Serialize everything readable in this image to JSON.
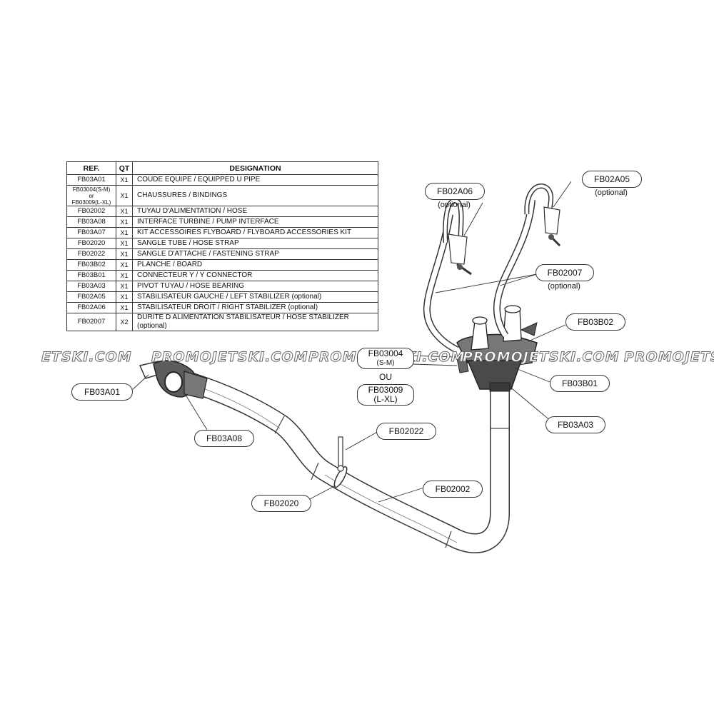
{
  "table": {
    "headers": [
      "REF.",
      "QT",
      "DESIGNATION"
    ],
    "rows": [
      {
        "ref": "FB03A01",
        "qt": "X1",
        "designation": "COUDE EQUIPE  / EQUIPPED  U  PIPE"
      },
      {
        "ref": "FB03004(S-M)",
        "ref_or": "or",
        "ref2": "FB03009(L-XL)",
        "qt": "X1",
        "designation": "CHAUSSURES /  BINDINGS"
      },
      {
        "ref": "FB02002",
        "qt": "X1",
        "designation": "TUYAU D'ALIMENTATION  / HOSE"
      },
      {
        "ref": "FB03A08",
        "qt": "X1",
        "designation": "INTERFACE TURBINE / PUMP INTERFACE"
      },
      {
        "ref": "FB03A07",
        "qt": "X1",
        "designation": "KIT ACCESSOIRES FLYBOARD / FLYBOARD ACCESSORIES KIT"
      },
      {
        "ref": "FB02020",
        "qt": "X1",
        "designation": "SANGLE TUBE  / HOSE STRAP"
      },
      {
        "ref": "FB02022",
        "qt": "X1",
        "designation": "SANGLE D'ATTACHE / FASTENING STRAP"
      },
      {
        "ref": "FB03B02",
        "qt": "X1",
        "designation": "PLANCHE  /  BOARD"
      },
      {
        "ref": "FB03B01",
        "qt": "X1",
        "designation": "CONNECTEUR Y  /  Y CONNECTOR"
      },
      {
        "ref": "FB03A03",
        "qt": "X1",
        "designation": "PIVOT TUYAU /  HOSE  BEARING"
      },
      {
        "ref": "FB02A05",
        "qt": "X1",
        "designation": "STABILISATEUR GAUCHE  / LEFT STABILIZER (optional)"
      },
      {
        "ref": "FB02A06",
        "qt": "X1",
        "designation": "STABILISATEUR DROIT / RIGHT STABILIZER (optional)"
      },
      {
        "ref": "FB02007",
        "qt": "X2",
        "designation": "DURITE D ALIMENTATION STABILISATEUR / HOSE STABILIZER (optional)"
      }
    ]
  },
  "callouts": {
    "fb02a06": {
      "label": "FB02A06",
      "note": "(optional)"
    },
    "fb02a05": {
      "label": "FB02A05",
      "note": "(optional)"
    },
    "fb02007": {
      "label": "FB02007",
      "note": "(optional)"
    },
    "fb03b02": {
      "label": "FB03B02"
    },
    "fb03b01": {
      "label": "FB03B01"
    },
    "fb03a03": {
      "label": "FB03A03"
    },
    "fb03a01": {
      "label": "FB03A01"
    },
    "fb03a08": {
      "label": "FB03A08"
    },
    "fb02022": {
      "label": "FB02022"
    },
    "fb02002": {
      "label": "FB02002"
    },
    "fb02020": {
      "label": "FB02020"
    },
    "bindings": {
      "label_a": "FB03004",
      "size_a": "(S-M)",
      "ou": "OU",
      "label_b": "FB03009",
      "size_b": "(L-XL)"
    }
  },
  "watermark": {
    "texts": [
      "ETSKI.COM",
      "PROMOJETSKI.COM",
      "PROMOJETSKI.COM",
      "PROMOJETSKI.COM",
      "PROMOJETSKI.COM",
      "PRO"
    ]
  }
}
